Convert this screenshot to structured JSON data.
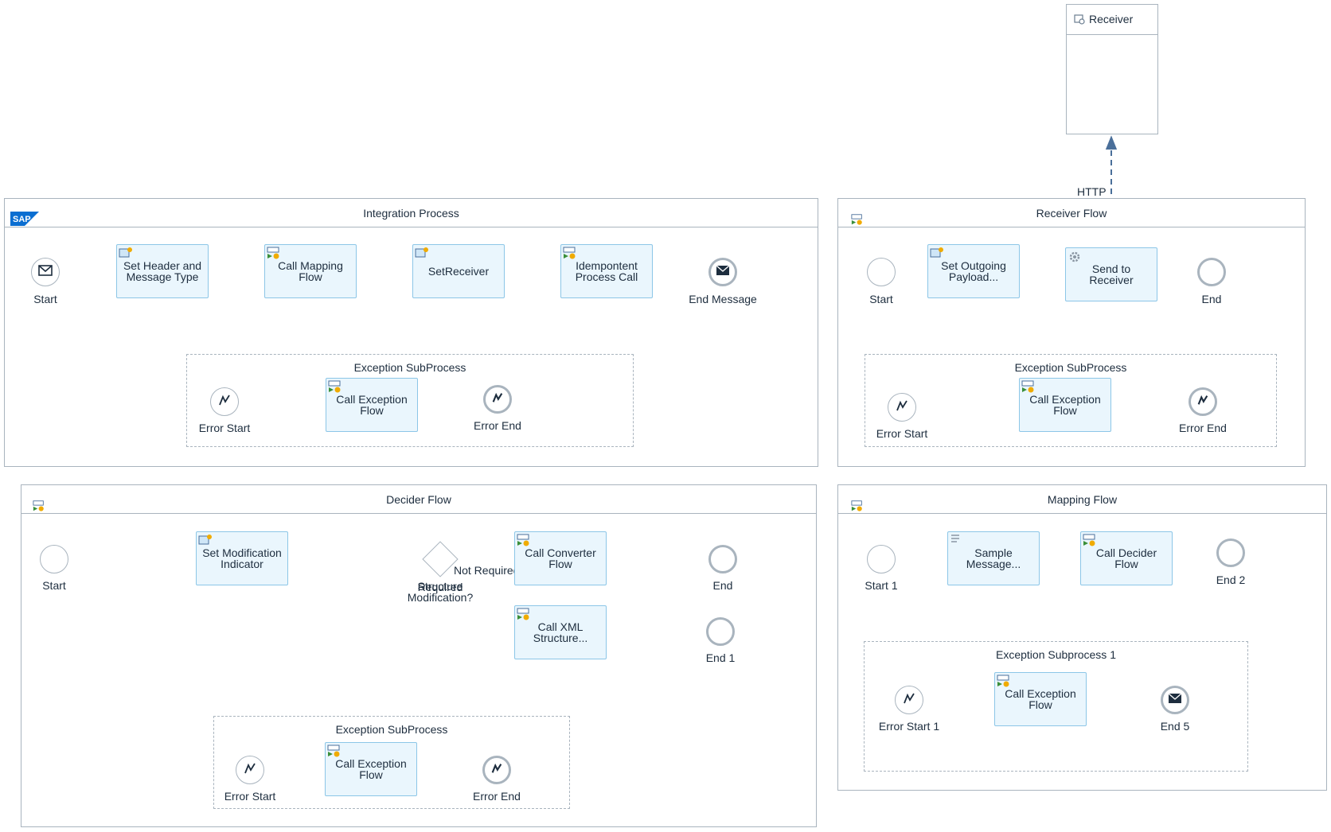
{
  "receiver": {
    "title": "Receiver"
  },
  "http_label": "HTTP",
  "integration_process": {
    "title": "Integration Process",
    "logo_text": "SAP",
    "start": "Start",
    "tasks": [
      "Set Header and Message Type",
      "Call Mapping Flow",
      "SetReceiver",
      "Idempontent Process Call"
    ],
    "end": "End Message",
    "exception": {
      "title": "Exception SubProcess",
      "start": "Error Start",
      "task": "Call Exception Flow",
      "end": "Error End"
    }
  },
  "receiver_flow": {
    "title": "Receiver Flow",
    "start": "Start",
    "tasks": [
      "Set Outgoing Payload...",
      "Send to Receiver"
    ],
    "end": "End",
    "exception": {
      "title": "Exception SubProcess",
      "start": "Error Start",
      "task": "Call Exception Flow",
      "end": "Error End"
    }
  },
  "decider_flow": {
    "title": "Decider Flow",
    "start": "Start",
    "task": "Set Modification Indicator",
    "gateway_label": "Structure Modification?",
    "gateway_label_overlap": "Required",
    "route_label": "Not Required",
    "converter": "Call Converter Flow",
    "end": "End",
    "xml": "Call XML Structure...",
    "end1": "End 1",
    "exception": {
      "title": "Exception SubProcess",
      "start": "Error Start",
      "task": "Call Exception Flow",
      "end": "Error End"
    }
  },
  "mapping_flow": {
    "title": "Mapping Flow",
    "start": "Start 1",
    "tasks": [
      "Sample Message...",
      "Call Decider Flow"
    ],
    "end": "End 2",
    "exception": {
      "title": "Exception Subprocess 1",
      "start": "Error Start 1",
      "task": "Call Exception Flow",
      "end": "End 5"
    }
  },
  "colors": {
    "flow": "#4a6f9a",
    "border": "#a9b4be",
    "task_fill": "#eaf6fd",
    "task_border": "#8cc6e7",
    "sap_blue": "#0a6ed1"
  },
  "icons": [
    "envelope-icon",
    "error-icon",
    "process-call-icon",
    "content-modifier-icon",
    "gear-icon",
    "script-icon",
    "receiver-icon",
    "sap-logo"
  ]
}
